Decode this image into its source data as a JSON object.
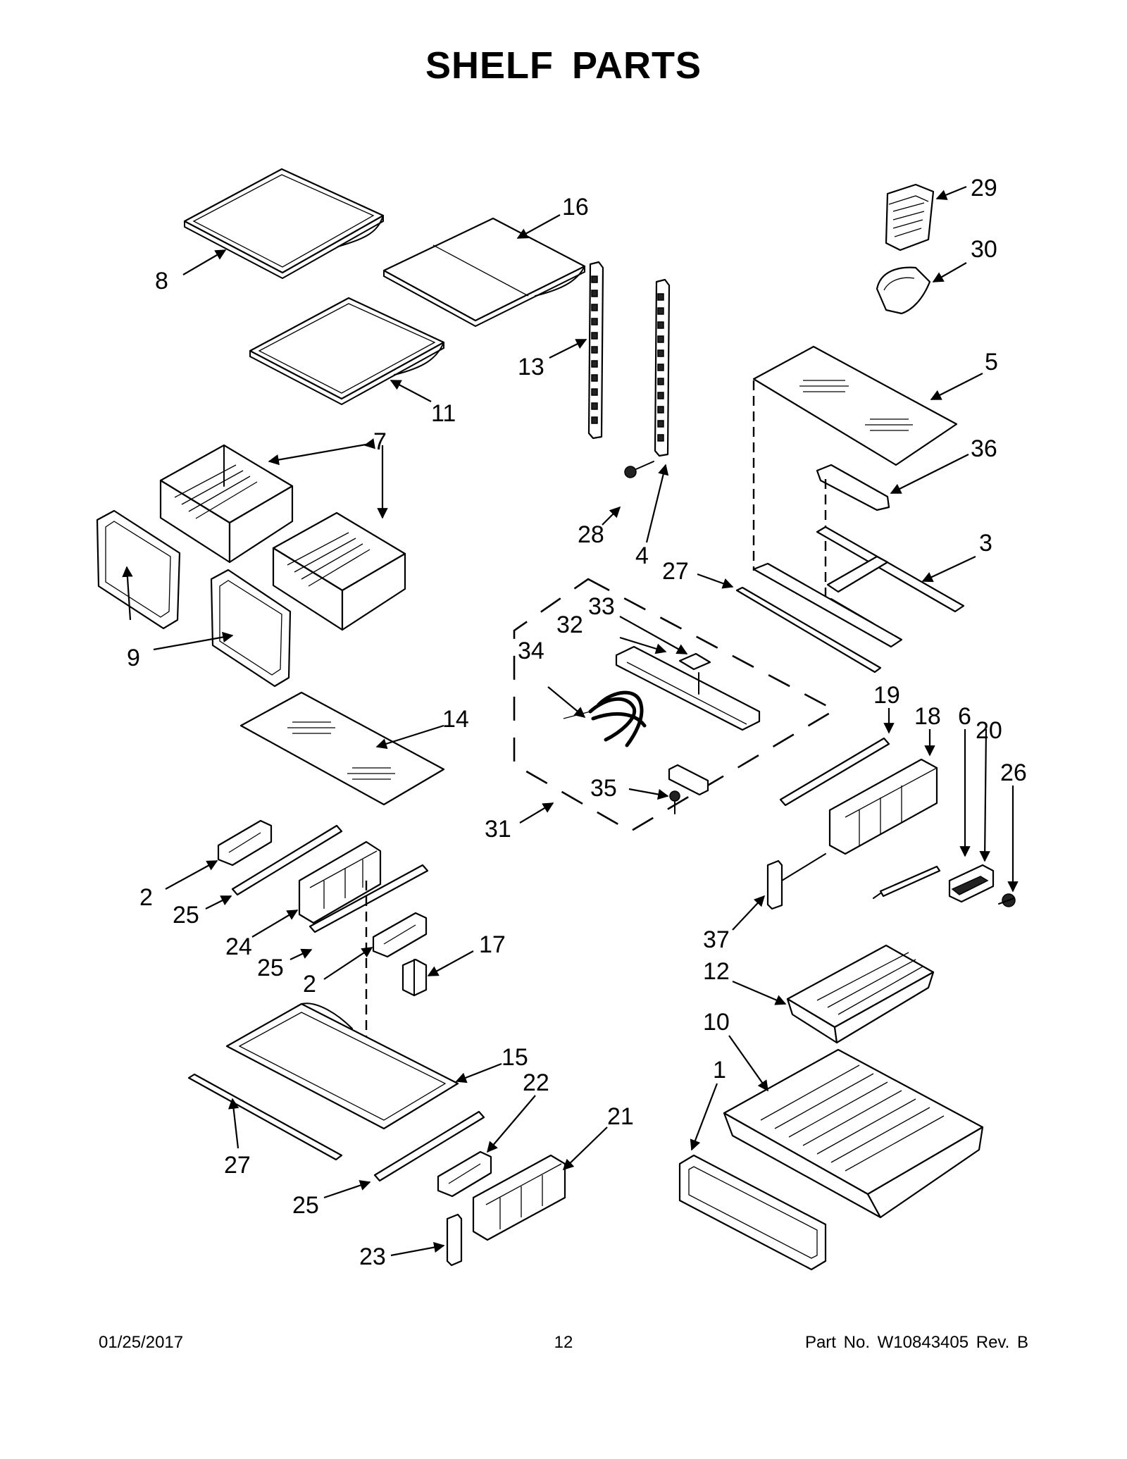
{
  "title": "SHELF PARTS",
  "footer": {
    "date": "01/25/2017",
    "page": "12",
    "part_number": "Part No.  W10843405  Rev.  B"
  },
  "callouts": {
    "c1": "1",
    "c2a": "2",
    "c2b": "2",
    "c3": "3",
    "c4": "4",
    "c5": "5",
    "c6": "6",
    "c7": "7",
    "c8": "8",
    "c9": "9",
    "c10": "10",
    "c11": "11",
    "c12": "12",
    "c13": "13",
    "c14": "14",
    "c15": "15",
    "c16": "16",
    "c17": "17",
    "c18": "18",
    "c19": "19",
    "c20": "20",
    "c21": "21",
    "c22": "22",
    "c23": "23",
    "c24": "24",
    "c25a": "25",
    "c25b": "25",
    "c25c": "25",
    "c26": "26",
    "c27a": "27",
    "c27b": "27",
    "c28": "28",
    "c29": "29",
    "c30": "30",
    "c31": "31",
    "c32": "32",
    "c33": "33",
    "c34": "34",
    "c35": "35",
    "c36": "36",
    "c37": "37"
  }
}
